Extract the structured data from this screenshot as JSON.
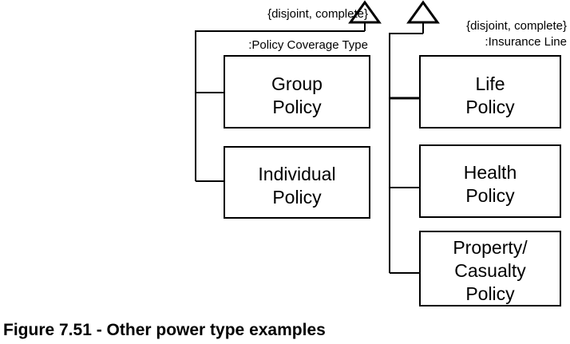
{
  "figure": {
    "caption": "Figure 7.51 - Other power type examples"
  },
  "diagram": {
    "type": "uml-generalization",
    "groups": [
      {
        "id": "policy-coverage-type",
        "discriminator_constraint": "{disjoint, complete}",
        "discriminator_name": ":Policy Coverage Type",
        "subclasses": [
          {
            "id": "group-policy",
            "line1": "Group",
            "line2": "Policy"
          },
          {
            "id": "individual-policy",
            "line1": "Individual",
            "line2": "Policy"
          }
        ]
      },
      {
        "id": "insurance-line",
        "discriminator_constraint": "{disjoint, complete}",
        "discriminator_name": ":Insurance Line",
        "subclasses": [
          {
            "id": "life-policy",
            "line1": "Life",
            "line2": "Policy"
          },
          {
            "id": "health-policy",
            "line1": "Health",
            "line2": "Policy"
          },
          {
            "id": "property-casualty-policy",
            "line1": "Property/",
            "line2": "Casualty",
            "line3": "Policy"
          }
        ]
      }
    ]
  },
  "colors": {
    "stroke": "#000000",
    "fill": "#ffffff",
    "text": "#000000",
    "background": "#ffffff"
  }
}
